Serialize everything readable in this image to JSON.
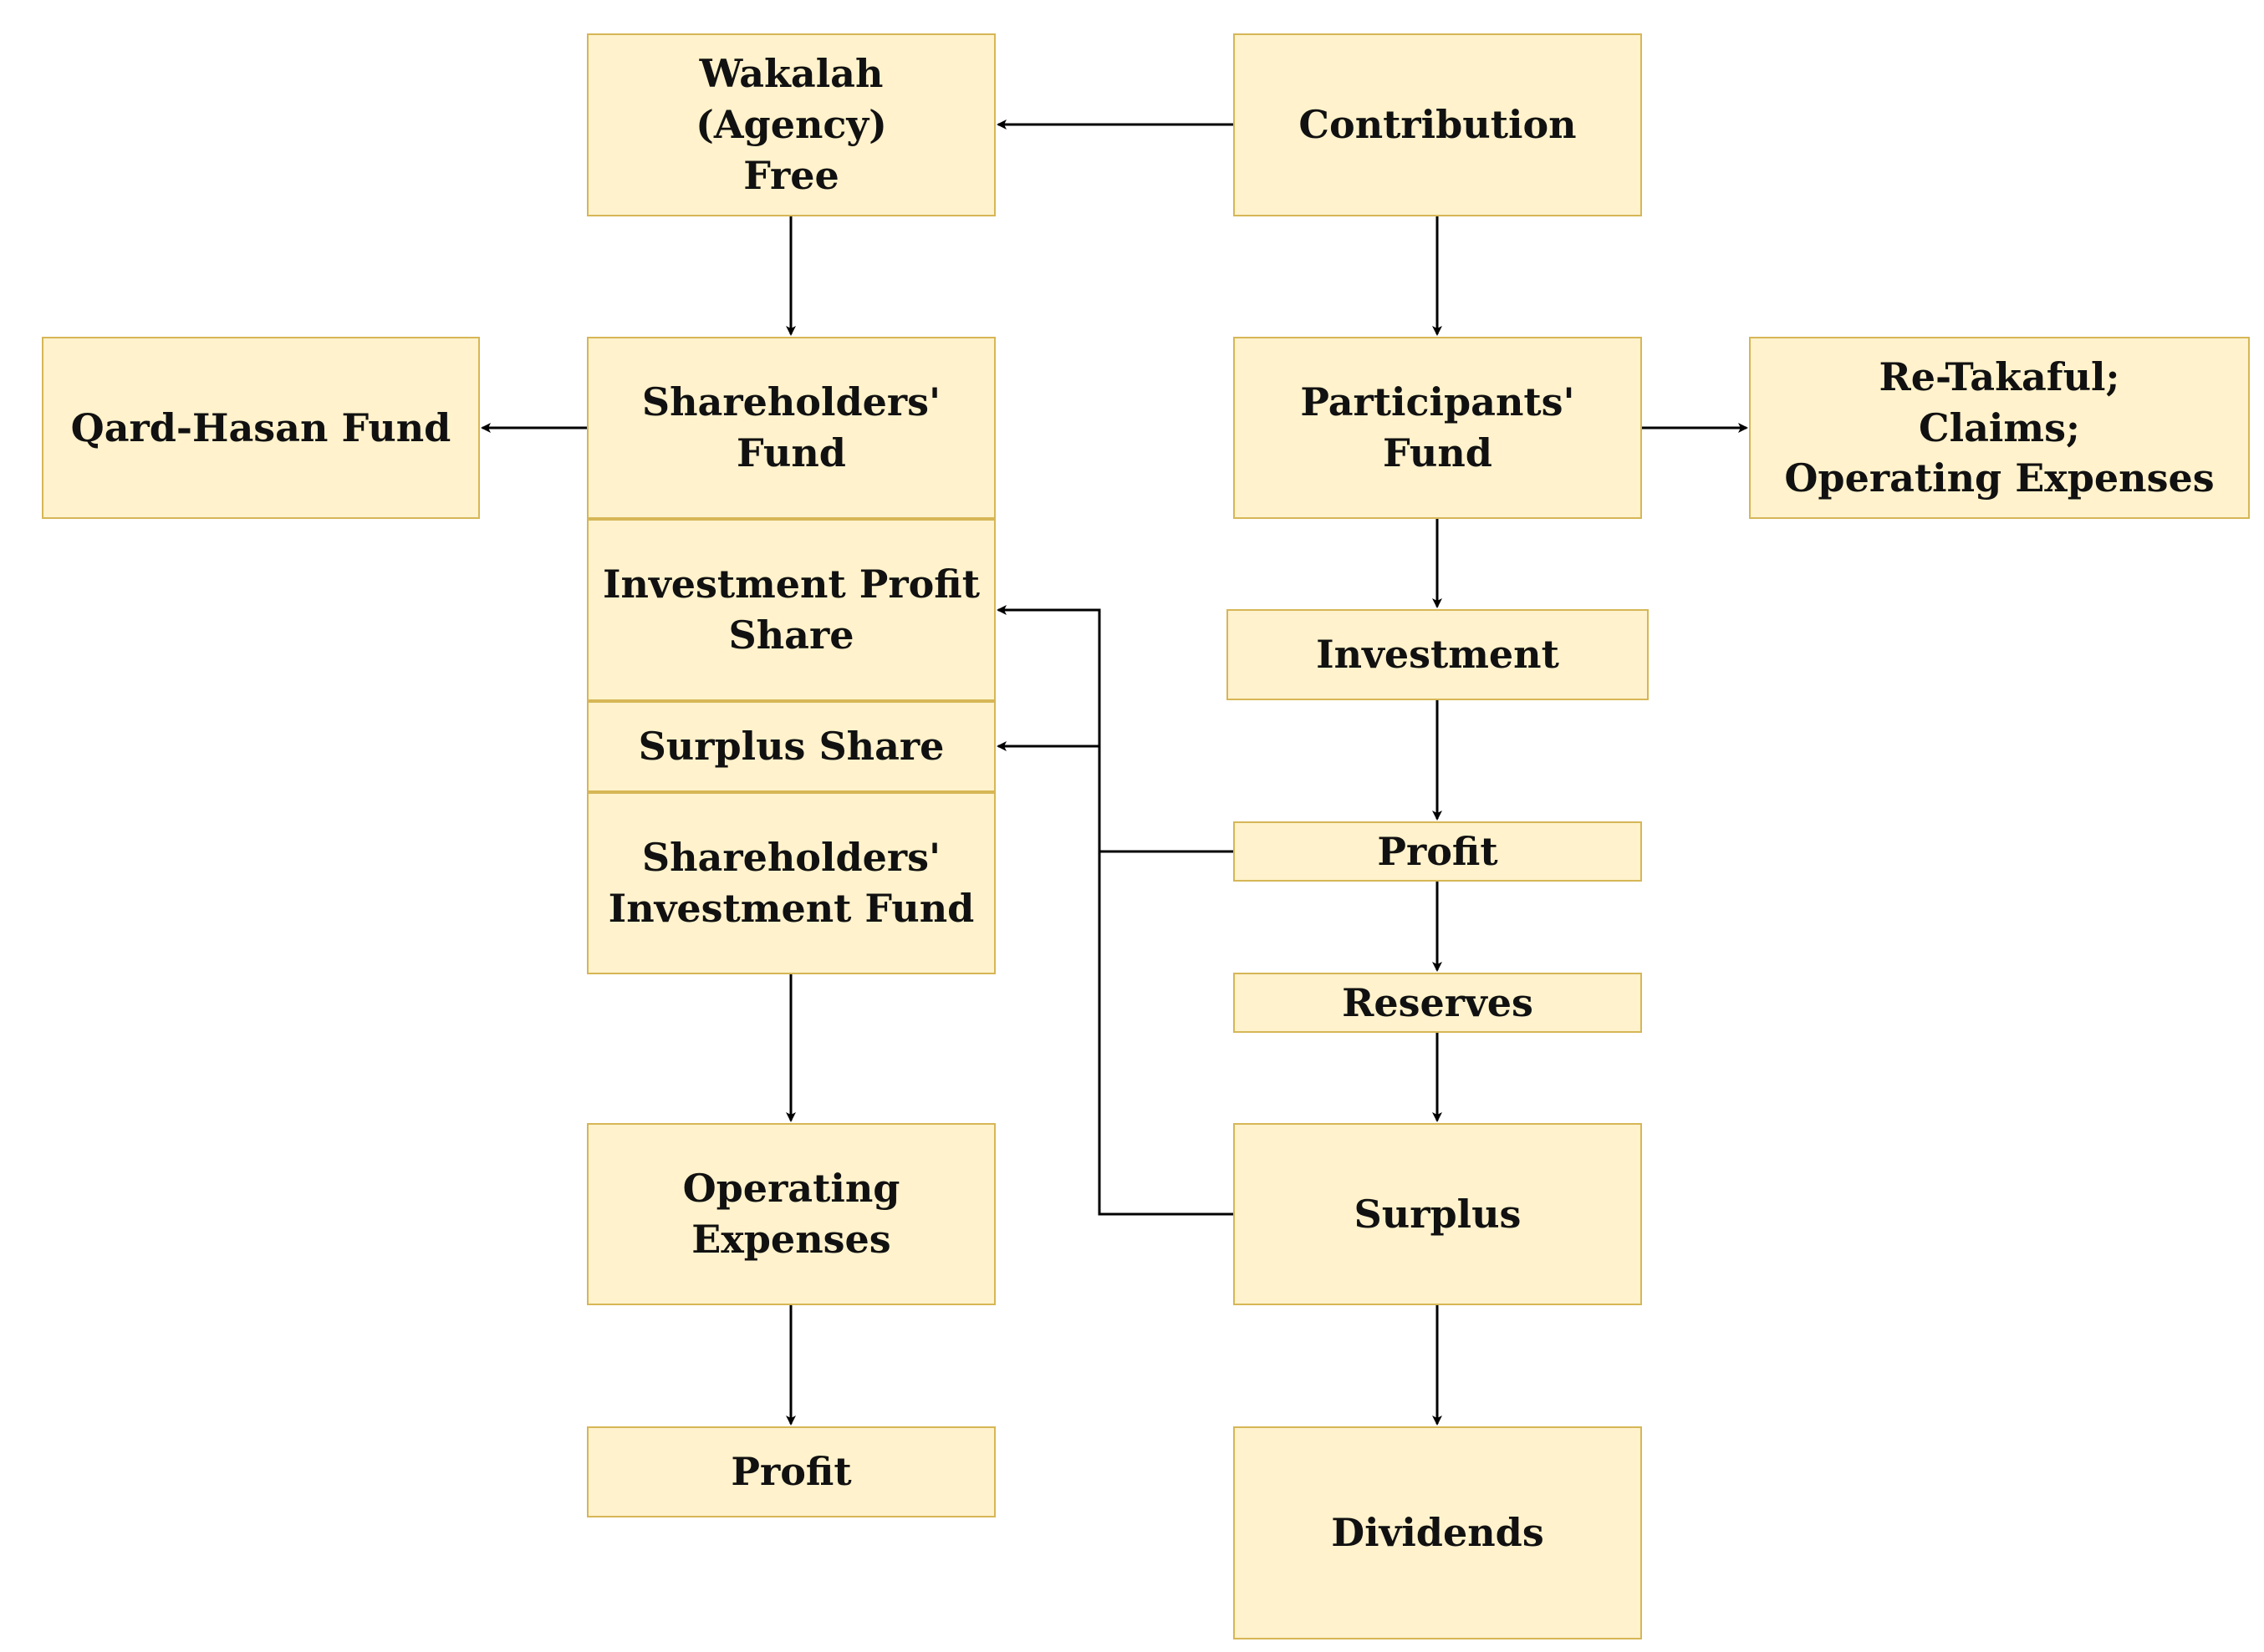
{
  "nodes": {
    "wakalah_fee": "Wakalah (Agency)\nFree",
    "contribution": "Contribution",
    "qard_hasan_fund": "Qard-Hasan Fund",
    "shareholders_fund": "Shareholders' Fund",
    "participants_fund": "Participants'\nFund",
    "retakaful_claims_expenses": "Re-Takaful;\nClaims;\nOperating Expenses",
    "investment_profit_share": "Investment Profit\nShare",
    "investment": "Investment",
    "surplus_share": "Surplus Share",
    "participants_profit": "Profit",
    "shareholders_investment_fund": "Shareholders'\nInvestment Fund",
    "reserves": "Reserves",
    "operating_expenses": "Operating\nExpenses",
    "surplus": "Surplus",
    "shareholders_profit": "Profit",
    "dividends": "Dividends"
  },
  "colors": {
    "box_fill": "#fff2cc",
    "box_border": "#d6b656",
    "arrow": "#000000"
  }
}
